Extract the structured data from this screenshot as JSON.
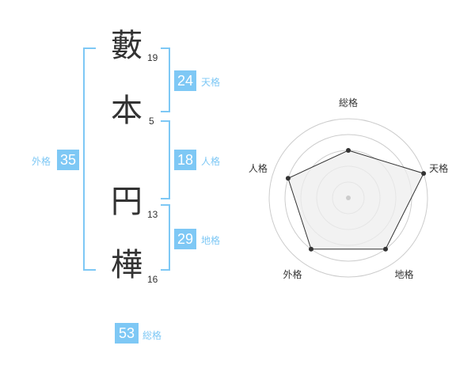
{
  "name": {
    "chars": [
      {
        "char": "藪",
        "strokes": "19"
      },
      {
        "char": "本",
        "strokes": "5"
      },
      {
        "char": "円",
        "strokes": "13"
      },
      {
        "char": "樺",
        "strokes": "16"
      }
    ]
  },
  "kaku": {
    "tenkaku": {
      "value": "24",
      "label": "天格"
    },
    "jinkaku": {
      "value": "18",
      "label": "人格"
    },
    "chikaku": {
      "value": "29",
      "label": "地格"
    },
    "gaikaku": {
      "value": "35",
      "label": "外格"
    },
    "soukaku": {
      "value": "53",
      "label": "総格"
    }
  },
  "chart_data": {
    "type": "radar",
    "axes": [
      "総格",
      "天格",
      "地格",
      "外格",
      "人格"
    ],
    "values": [
      3,
      5,
      4,
      4,
      4
    ],
    "max": 5,
    "rings": 5,
    "grid": true
  },
  "colors": {
    "accent": "#7ec8f5",
    "text": "#333333",
    "grid": "#cccccc",
    "fill": "#eeeeee",
    "line": "#333333"
  }
}
